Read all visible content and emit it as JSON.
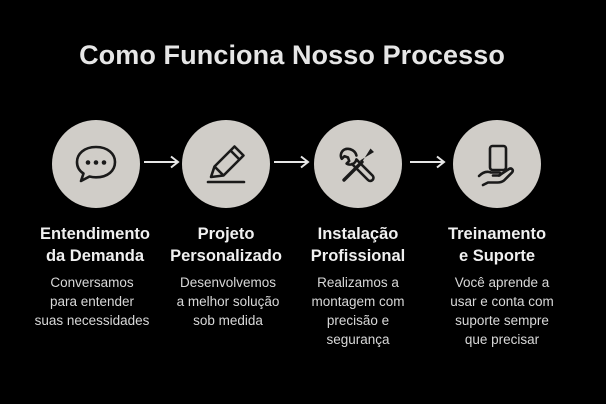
{
  "title": "Como Funciona Nosso Processo",
  "colors": {
    "background": "#000000",
    "circle": "#d0cdc8",
    "icon": "#1a1a1a",
    "text": "#ececec"
  },
  "steps": [
    {
      "icon": "speech-bubble-icon",
      "title": [
        "Entendimento",
        "da Demanda"
      ],
      "description": [
        "Conversamos",
        "para entender",
        "suas necessidades"
      ]
    },
    {
      "icon": "pencil-icon",
      "title": [
        "Projeto",
        "Personalizado"
      ],
      "description": [
        "Desenvolvemos",
        "a melhor solução",
        "sob medida"
      ]
    },
    {
      "icon": "wrench-screwdriver-icon",
      "title": [
        "Instalação",
        "Profissional"
      ],
      "description": [
        "Realizamos a",
        "montagem com",
        "precisão e",
        "segurança"
      ]
    },
    {
      "icon": "hand-phone-icon",
      "title": [
        "Treinamento",
        "e Suporte"
      ],
      "description": [
        "Você aprende a",
        "usar e conta com",
        "suporte sempre",
        "que precisar"
      ]
    }
  ]
}
